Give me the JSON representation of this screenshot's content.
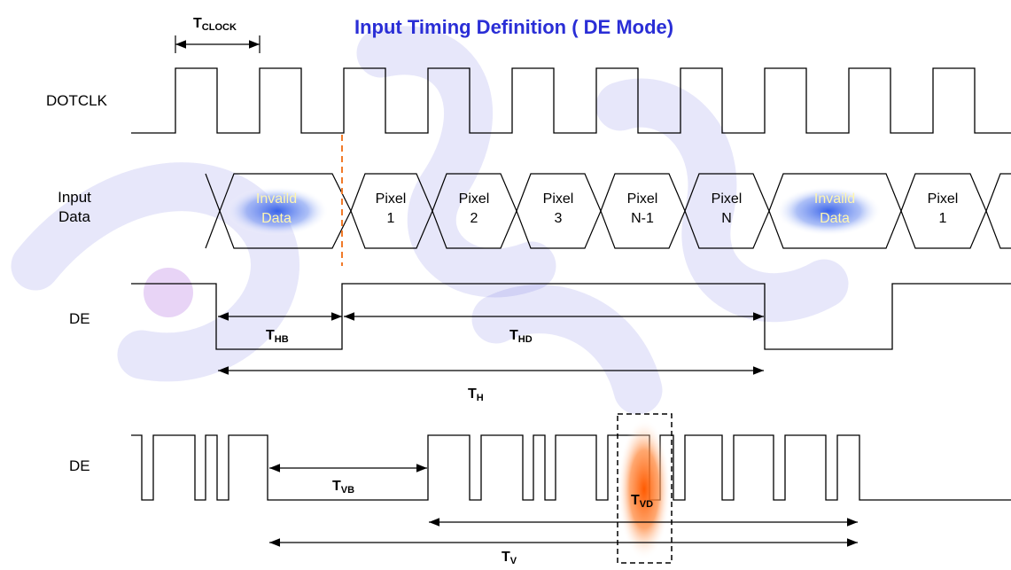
{
  "title": "Input Timing Definition ( DE Mode)",
  "signals": {
    "dotclk": "DOTCLK",
    "input_data_line1": "Input",
    "input_data_line2": "Data",
    "de_horizontal": "DE",
    "de_vertical": "DE"
  },
  "data_cells": [
    {
      "line1": "Invaild",
      "line2": "Data",
      "invalid": true
    },
    {
      "line1": "Pixel",
      "line2": "1",
      "invalid": false
    },
    {
      "line1": "Pixel",
      "line2": "2",
      "invalid": false
    },
    {
      "line1": "Pixel",
      "line2": "3",
      "invalid": false
    },
    {
      "line1": "Pixel",
      "line2": "N-1",
      "invalid": false
    },
    {
      "line1": "Pixel",
      "line2": "N",
      "invalid": false
    },
    {
      "line1": "Invaild",
      "line2": "Data",
      "invalid": true
    },
    {
      "line1": "Pixel",
      "line2": "1",
      "invalid": false
    }
  ],
  "timing": {
    "tclock": {
      "main": "T",
      "sub": "CLOCK"
    },
    "thb": {
      "main": "T",
      "sub": "HB"
    },
    "thd": {
      "main": "T",
      "sub": "HD"
    },
    "th": {
      "main": "T",
      "sub": "H"
    },
    "tvb": {
      "main": "T",
      "sub": "VB"
    },
    "tvd": {
      "main": "T",
      "sub": "VD"
    },
    "tv": {
      "main": "T",
      "sub": "V"
    }
  },
  "colors": {
    "title": "#2a2ed6",
    "watermark": "#3a3ad8",
    "invalid_glow": "#2f5be8",
    "tvd_glow": "#ff6a10",
    "dashed_marker": "#f07a2a"
  }
}
